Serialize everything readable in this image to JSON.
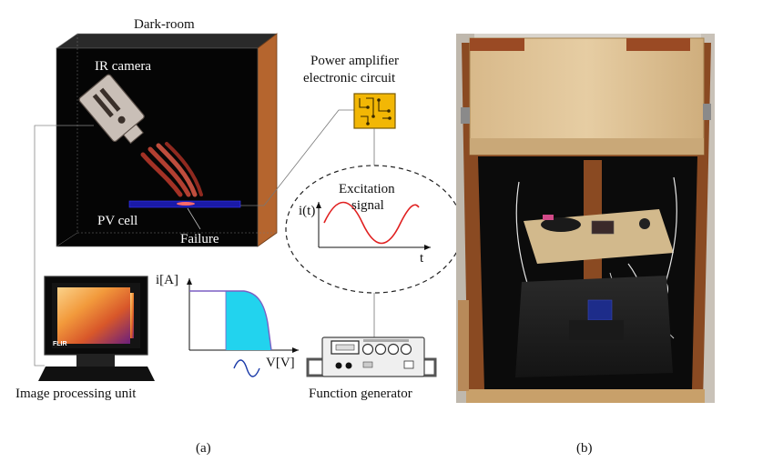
{
  "labels": {
    "dark_room": "Dark-room",
    "ir_camera": "IR camera",
    "pv_cell": "PV cell",
    "failure": "Failure",
    "power_amp_line1": "Power amplifier",
    "power_amp_line2": "electronic circuit",
    "excitation_line1": "Excitation",
    "excitation_line2": "signal",
    "it_axis": "i(t)",
    "t_axis": "t",
    "ia_axis": "i[A]",
    "vv_axis": "V[V]",
    "image_processing": "Image processing unit",
    "function_generator": "Function generator",
    "monitor_brand": "FLIR",
    "caption_a": "(a)",
    "caption_b": "(b)"
  },
  "colors": {
    "room_wall": "#b5652e",
    "room_interior": "#050505",
    "pv_cell": "#1a1aa8",
    "chip": "#f2b705",
    "sine": "#e02020",
    "iv_fill": "#22d3ee",
    "iv_curve": "#7b5fc4",
    "thermal_hot": "#f6b26b",
    "thermal_cold": "#5b1a8a"
  },
  "icons": {
    "camera": "ir-camera-icon",
    "chip": "circuit-chip-icon",
    "monitor": "monitor-icon",
    "generator": "function-generator-icon",
    "photo": "photo-panel"
  }
}
